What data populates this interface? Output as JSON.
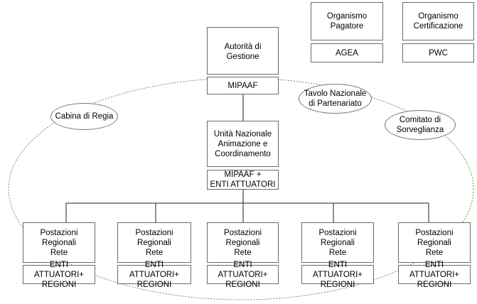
{
  "colors": {
    "box_border": "#6b6b6b",
    "connector": "#1f1f1f",
    "dashed_ellipse": "#5a9a5a"
  },
  "top_right": {
    "organismo_pagatore": {
      "title": "Organismo\nPagatore",
      "entity": "AGEA"
    },
    "organismo_certificazione": {
      "title": "Organismo\nCertificazione",
      "entity": "PWC"
    }
  },
  "autorita": {
    "title": "Autorità di\nGestione",
    "entity": "MIPAAF"
  },
  "unita": {
    "title": "Unità Nazionale\nAnimazione e\nCoordinamento",
    "entity": "MIPAAF +\nENTI ATTUATORI"
  },
  "postazioni": [
    {
      "title": "Postazioni\nRegionali\nRete",
      "entity": "ENTI ATTUATORI+\nREGIONI"
    },
    {
      "title": "Postazioni\nRegionali\nRete",
      "entity": "ENTI ATTUATORI+\nREGIONI"
    },
    {
      "title": "Postazioni\nRegionali\nRete",
      "entity": "ENTI ATTUATORI+\nREGIONI"
    },
    {
      "title": "Postazioni\nRegionali\nRete",
      "entity": "ENTI ATTUATORI+\nREGIONI"
    },
    {
      "title": "Postazioni\nRegionali\nRete",
      "entity": "ENTI ATTUATORI+\nREGIONI"
    }
  ],
  "ellipses": {
    "cabina": "Cabina di Regia",
    "tavolo": "Tavolo Nazionale\ndi Partenariato",
    "comitato": "Comitato di\nSorveglianza"
  }
}
